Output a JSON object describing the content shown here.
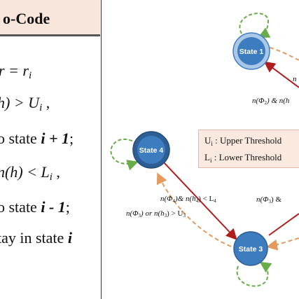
{
  "panel": {
    "title": "o-Code",
    "lines": [
      {
        "text": "r = r"
      },
      {
        "text": "h)  >  U"
      },
      {
        "text": "o state "
      },
      {
        "text": "n(h)  <  L"
      },
      {
        "text": "o state "
      },
      {
        "text": "tay in state "
      }
    ],
    "sub_i": "i",
    "line1_tail": " ,",
    "line2_state": "i + 1",
    "line2_tail": ";",
    "line3_tail": " ,",
    "line4_state": "i - 1",
    "line4_tail": ";",
    "line5_state": "i"
  },
  "diagram": {
    "states": [
      {
        "label": "State 1"
      },
      {
        "label": "State 4"
      },
      {
        "label": "State 3"
      }
    ],
    "edge_labels": {
      "s1_partial": "n(Φ",
      "s1_partial_sub": "2",
      "s1_partial_tail": ") & n(h",
      "s1_right": "n",
      "s4_to_s3_top": "n(Φ",
      "s4_to_s3_top_sub": "4",
      "s4_to_s3_top_mid": ")& n(h",
      "s4_to_s3_top_sub2": "4",
      "s4_to_s3_top_tail": ") < L",
      "s4_to_s3_top_sub3": "4",
      "s3_to_s4": "n(Φ",
      "s3_to_s4_sub": "3",
      "s3_to_s4_mid": ") or n(h",
      "s3_to_s4_sub2": "3",
      "s3_to_s4_tail": ") > U",
      "s3_to_s4_sub3": "3",
      "s3_right": "n(Φ",
      "s3_right_sub": "3",
      "s3_right_tail": ") &"
    },
    "legend": {
      "upper": "U",
      "upper_sub": "i",
      "upper_text": " : Upper Threshold",
      "lower": "L",
      "lower_sub": "i",
      "lower_text": " : Lower Threshold"
    },
    "colors": {
      "state_fill": "#3e7cc0",
      "state_ring": "#a9c7e6",
      "state4_ring": "#2d5f96",
      "arrow_red": "#b01c1c",
      "arrow_orange_dashed": "#e59a5e",
      "self_loop_green": "#6aac4a",
      "legend_bg": "#fbe9df"
    }
  }
}
